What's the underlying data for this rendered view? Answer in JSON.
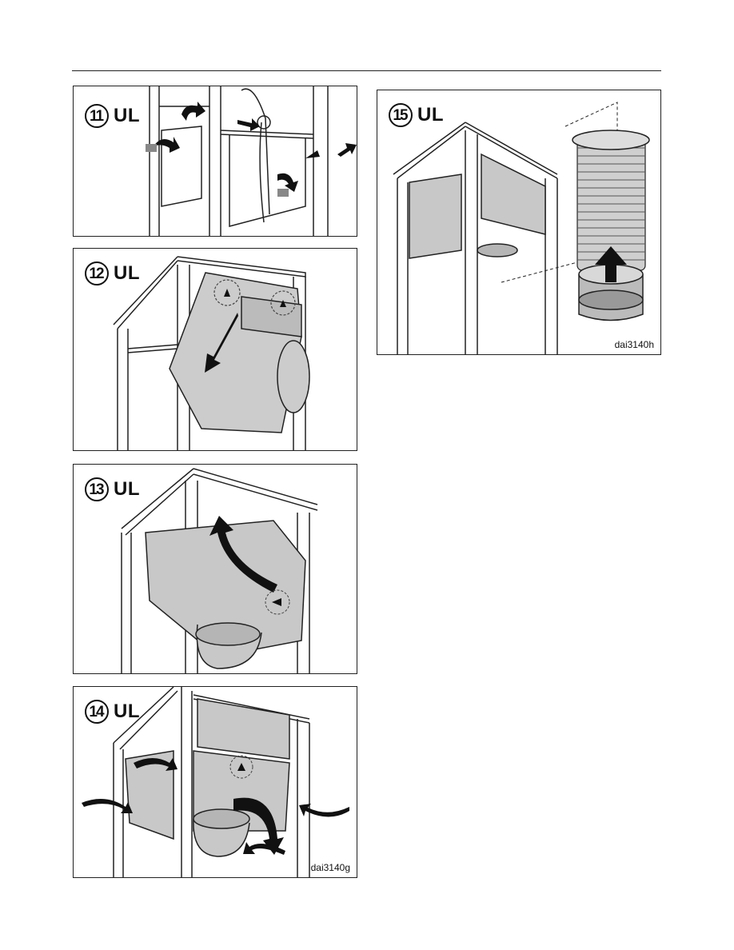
{
  "panels": [
    {
      "step": "11",
      "label": "UL"
    },
    {
      "step": "12",
      "label": "UL"
    },
    {
      "step": "13",
      "label": "UL"
    },
    {
      "step": "14",
      "label": "UL",
      "code": "dai3140g"
    },
    {
      "step": "15",
      "label": "UL",
      "code": "dai3140h"
    }
  ]
}
